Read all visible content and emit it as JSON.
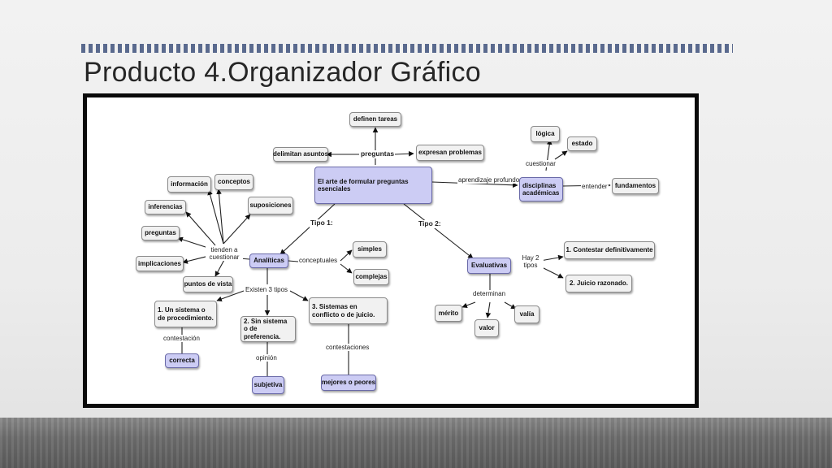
{
  "slide": {
    "title": "Producto 4.Organizador Gráfico"
  },
  "diagram": {
    "center": "El arte de formular preguntas esenciales",
    "top": {
      "link": "preguntas",
      "definen": "definen tareas",
      "delimitan": "delimitan asuntos",
      "expresan": "expresan problemas"
    },
    "right": {
      "link_aprendizaje": "aprendizaje profundo",
      "disciplinas": "disciplinas académicas",
      "link_cuestionar": "cuestionar",
      "logica": "lógica",
      "estado": "estado",
      "link_entender": "entender",
      "fundamentos": "fundamentos"
    },
    "tipo1": {
      "link": "Tipo 1:",
      "analiticas": "Analíticas",
      "link_tienden": "tienden a cuestionar",
      "informacion": "información",
      "conceptos": "conceptos",
      "inferencias": "inferencias",
      "suposiciones": "suposiciones",
      "preguntas": "preguntas",
      "implicaciones": "implicaciones",
      "puntos": "puntos de vista",
      "link_conceptuales": "conceptuales",
      "simples": "simples",
      "complejas": "complejas",
      "link_existen": "Existen 3 tipos",
      "sub1": "1. Un sistema o de procedimiento.",
      "sub2": "2. Sin sistema o de preferencia.",
      "sub3": "3. Sistemas en conflicto o de juicio.",
      "link_contestacion": "contestación",
      "correcta": "correcta",
      "link_opinion": "opinión",
      "subjetiva": "subjetiva",
      "link_contestaciones": "contestaciones",
      "mejores": "mejores o peores"
    },
    "tipo2": {
      "link": "Tipo 2:",
      "evaluativas": "Evaluativas",
      "link_hay2": "Hay 2 tipos",
      "contestar": "1. Contestar definitivamente",
      "juicio": "2. Juicio razonado.",
      "link_determinan": "determinan",
      "merito": "mérito",
      "valor": "valor",
      "valia": "valía"
    }
  }
}
